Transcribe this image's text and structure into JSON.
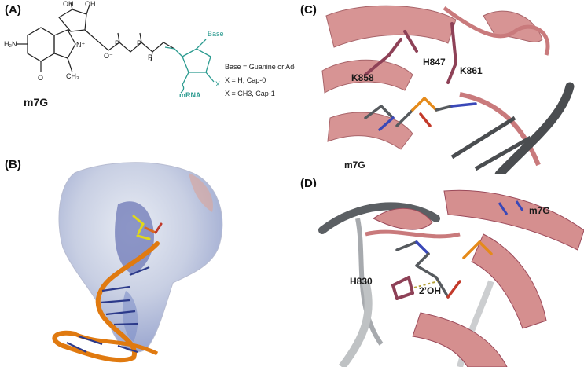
{
  "panels": {
    "a": {
      "label": "(A)",
      "compound": "m7G",
      "atoms": {
        "h2n": "H₂N",
        "n": "N",
        "nh": "N",
        "o": "O",
        "oh": "OH",
        "p": "P",
        "ominus": "O⁻",
        "ch3": "CH₃",
        "nplus": "N⁺",
        "base": "Base",
        "x": "X",
        "mrna": "mRNA"
      },
      "notes": [
        "Base = Guanine or Adenine",
        "X = H, Cap-0",
        "X = CH3, Cap-1"
      ]
    },
    "b": {
      "label": "(B)"
    },
    "c": {
      "label": "(C)",
      "residues": [
        "K858",
        "H847",
        "K861",
        "m7G"
      ]
    },
    "d": {
      "label": "(D)",
      "residues": [
        "H830",
        "2’OH",
        "m7G"
      ]
    }
  },
  "colors": {
    "protein_pink": "#c97a7c",
    "protein_dark": "#9b4a5a",
    "rna_orange": "#e07a10",
    "rna_grey": "#555a5c",
    "mrna_teal": "#2a9a8f",
    "surface_blue": "#8c9ccf"
  }
}
